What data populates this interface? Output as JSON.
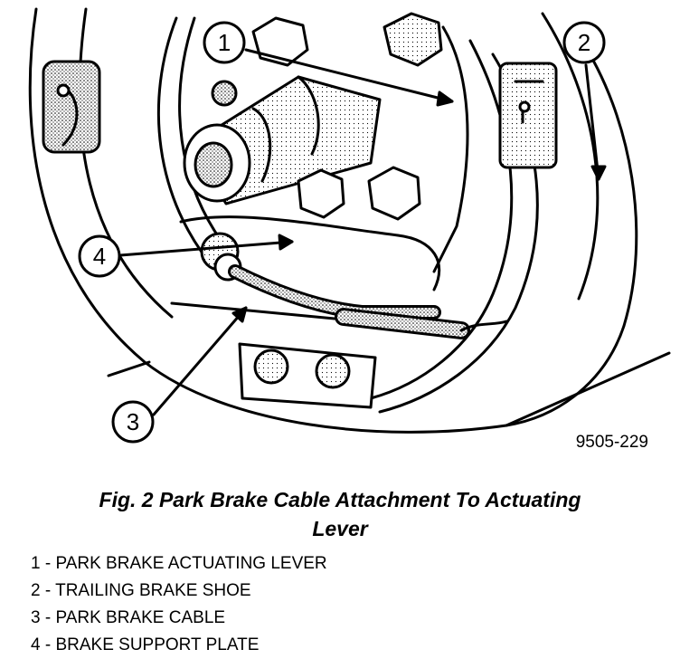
{
  "figure": {
    "callouts": [
      {
        "number": "1"
      },
      {
        "number": "2"
      },
      {
        "number": "3"
      },
      {
        "number": "4"
      }
    ],
    "figure_code": "9505-229"
  },
  "caption": {
    "line1": "Fig. 2 Park Brake Cable Attachment To Actuating",
    "line2": "Lever"
  },
  "legend": [
    "1 - PARK BRAKE ACTUATING LEVER",
    "2 - TRAILING BRAKE SHOE",
    "3 - PARK BRAKE CABLE",
    "4 - BRAKE SUPPORT PLATE"
  ]
}
